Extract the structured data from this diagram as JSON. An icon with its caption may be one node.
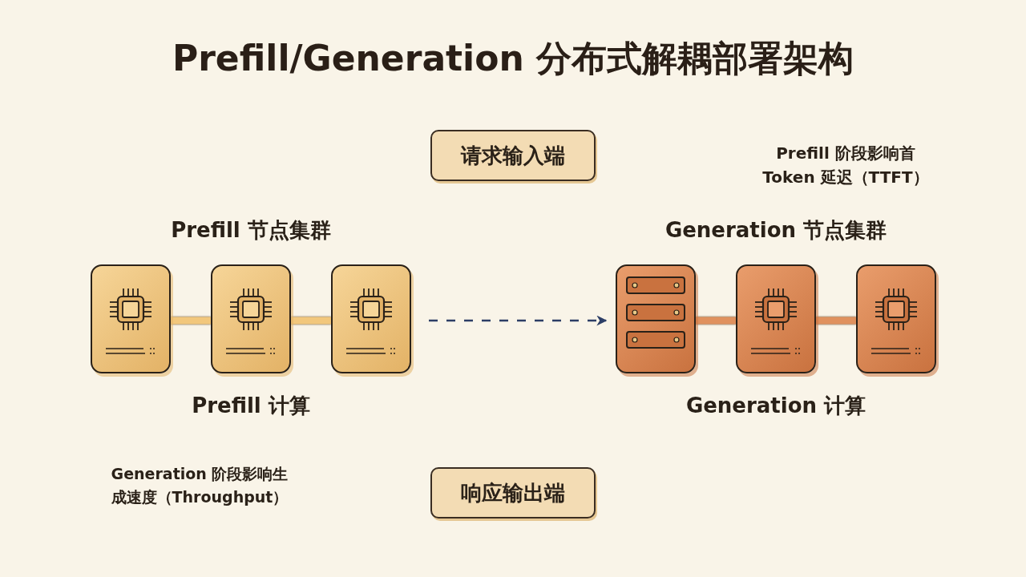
{
  "diagram": {
    "title": "Prefill/Generation 分布式解耦部署架构",
    "nodes": [
      {
        "text": [
          "请求输入端"
        ]
      },
      {
        "text": [
          "响应输出端"
        ]
      },
      {
        "text": [],
        "shape": "box"
      },
      {
        "text": [],
        "shape": "box"
      },
      {
        "text": [],
        "shape": "box"
      },
      {
        "text": [],
        "shape": "box"
      },
      {
        "text": [],
        "shape": "box"
      },
      {
        "text": [],
        "shape": "box"
      }
    ],
    "edges": [
      {
        "from": 2,
        "to": 3,
        "arrow": "none",
        "color": "#f2c77c"
      },
      {
        "from": 3,
        "to": 4,
        "arrow": "none",
        "color": "#f2c77c"
      },
      {
        "from": 4,
        "to": 5,
        "arrow": "to",
        "style": "dashed",
        "color": "#2c3e66"
      },
      {
        "from": 5,
        "to": 6,
        "arrow": "none",
        "color": "#e0915e"
      },
      {
        "from": 6,
        "to": 7,
        "arrow": "none",
        "color": "#e0915e"
      }
    ],
    "labels": [
      "Prefill 阶段影响首 Token 延迟（TTFT）",
      "Prefill 节点集群",
      "Generation 节点集群",
      "Prefill 计算",
      "Generation 计算",
      "Generation 阶段影响生成速度（Throughput）"
    ]
  }
}
